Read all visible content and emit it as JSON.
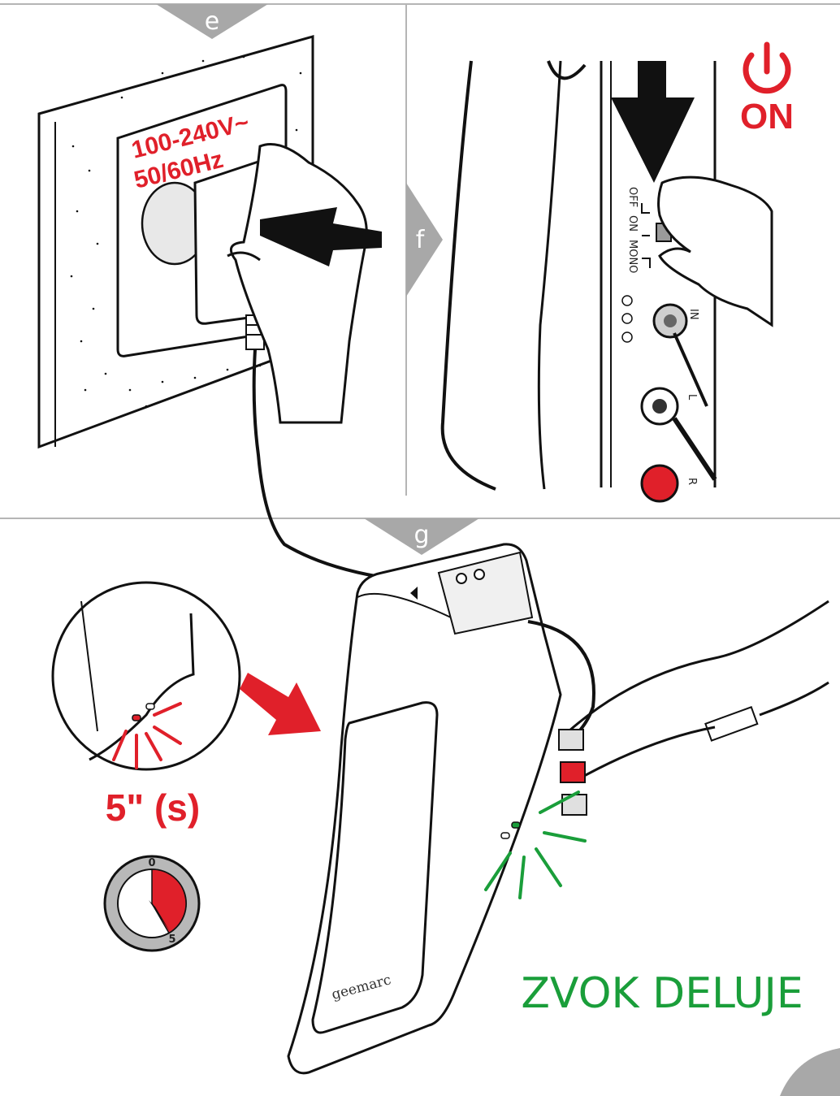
{
  "panels": {
    "e": {
      "step": "e",
      "voltage_line1": "100-240V~",
      "voltage_line2": "50/60Hz"
    },
    "f": {
      "step": "f",
      "power_status": "ON",
      "switch_positions": [
        "OFF",
        "ON",
        "MONO"
      ],
      "jack_labels": [
        "IN",
        "L",
        "R"
      ]
    },
    "g": {
      "step": "g",
      "timer_label": "5\" (s)",
      "timer_scale_start": "0",
      "timer_scale_end": "5",
      "brand_name": "geemarc",
      "status_text": "ZVOK DELUJE",
      "timer_seconds": 5
    }
  },
  "colors": {
    "accent_red": "#e0202a",
    "status_green": "#1a9e3a",
    "step_tab_gray": "#a8a8a8",
    "divider_gray": "#b5b5b5"
  },
  "icons": [
    "power-icon",
    "plug-icon",
    "hand-icon",
    "arrow-icon",
    "timer-icon",
    "led-icon"
  ]
}
